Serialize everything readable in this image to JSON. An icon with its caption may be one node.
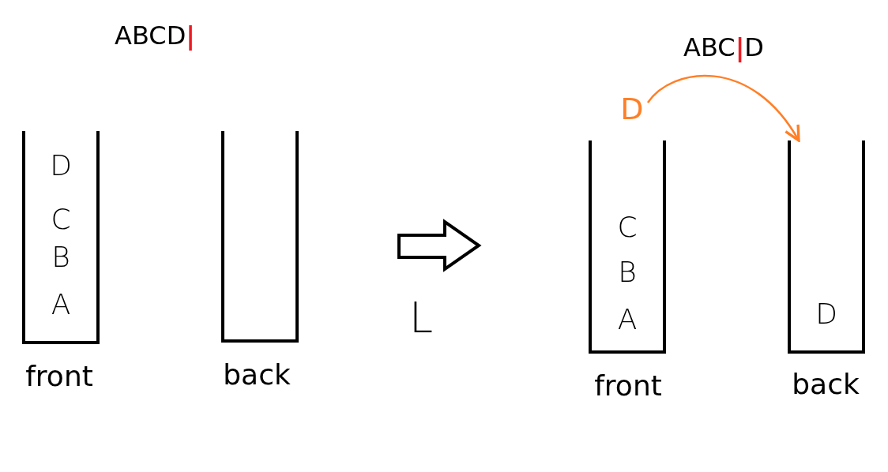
{
  "diagram": {
    "nodes": [
      {
        "text": [
          "D",
          "C",
          "B",
          "A"
        ],
        "beside": [
          "front"
        ]
      },
      {
        "text": [],
        "shape": "box",
        "beside": [
          "back"
        ]
      },
      {
        "text": [
          "C",
          "B",
          "A"
        ],
        "beside": [
          "front"
        ]
      },
      {
        "text": [
          "D"
        ]
      },
      {
        "text": [
          "D"
        ],
        "beside": [
          "back"
        ]
      }
    ],
    "edges": [
      {
        "from": 3,
        "to": 4,
        "arrow": "to",
        "color": "#ff7f27"
      }
    ],
    "labels": [
      "ABCD|",
      "ABC|D",
      "L"
    ]
  }
}
